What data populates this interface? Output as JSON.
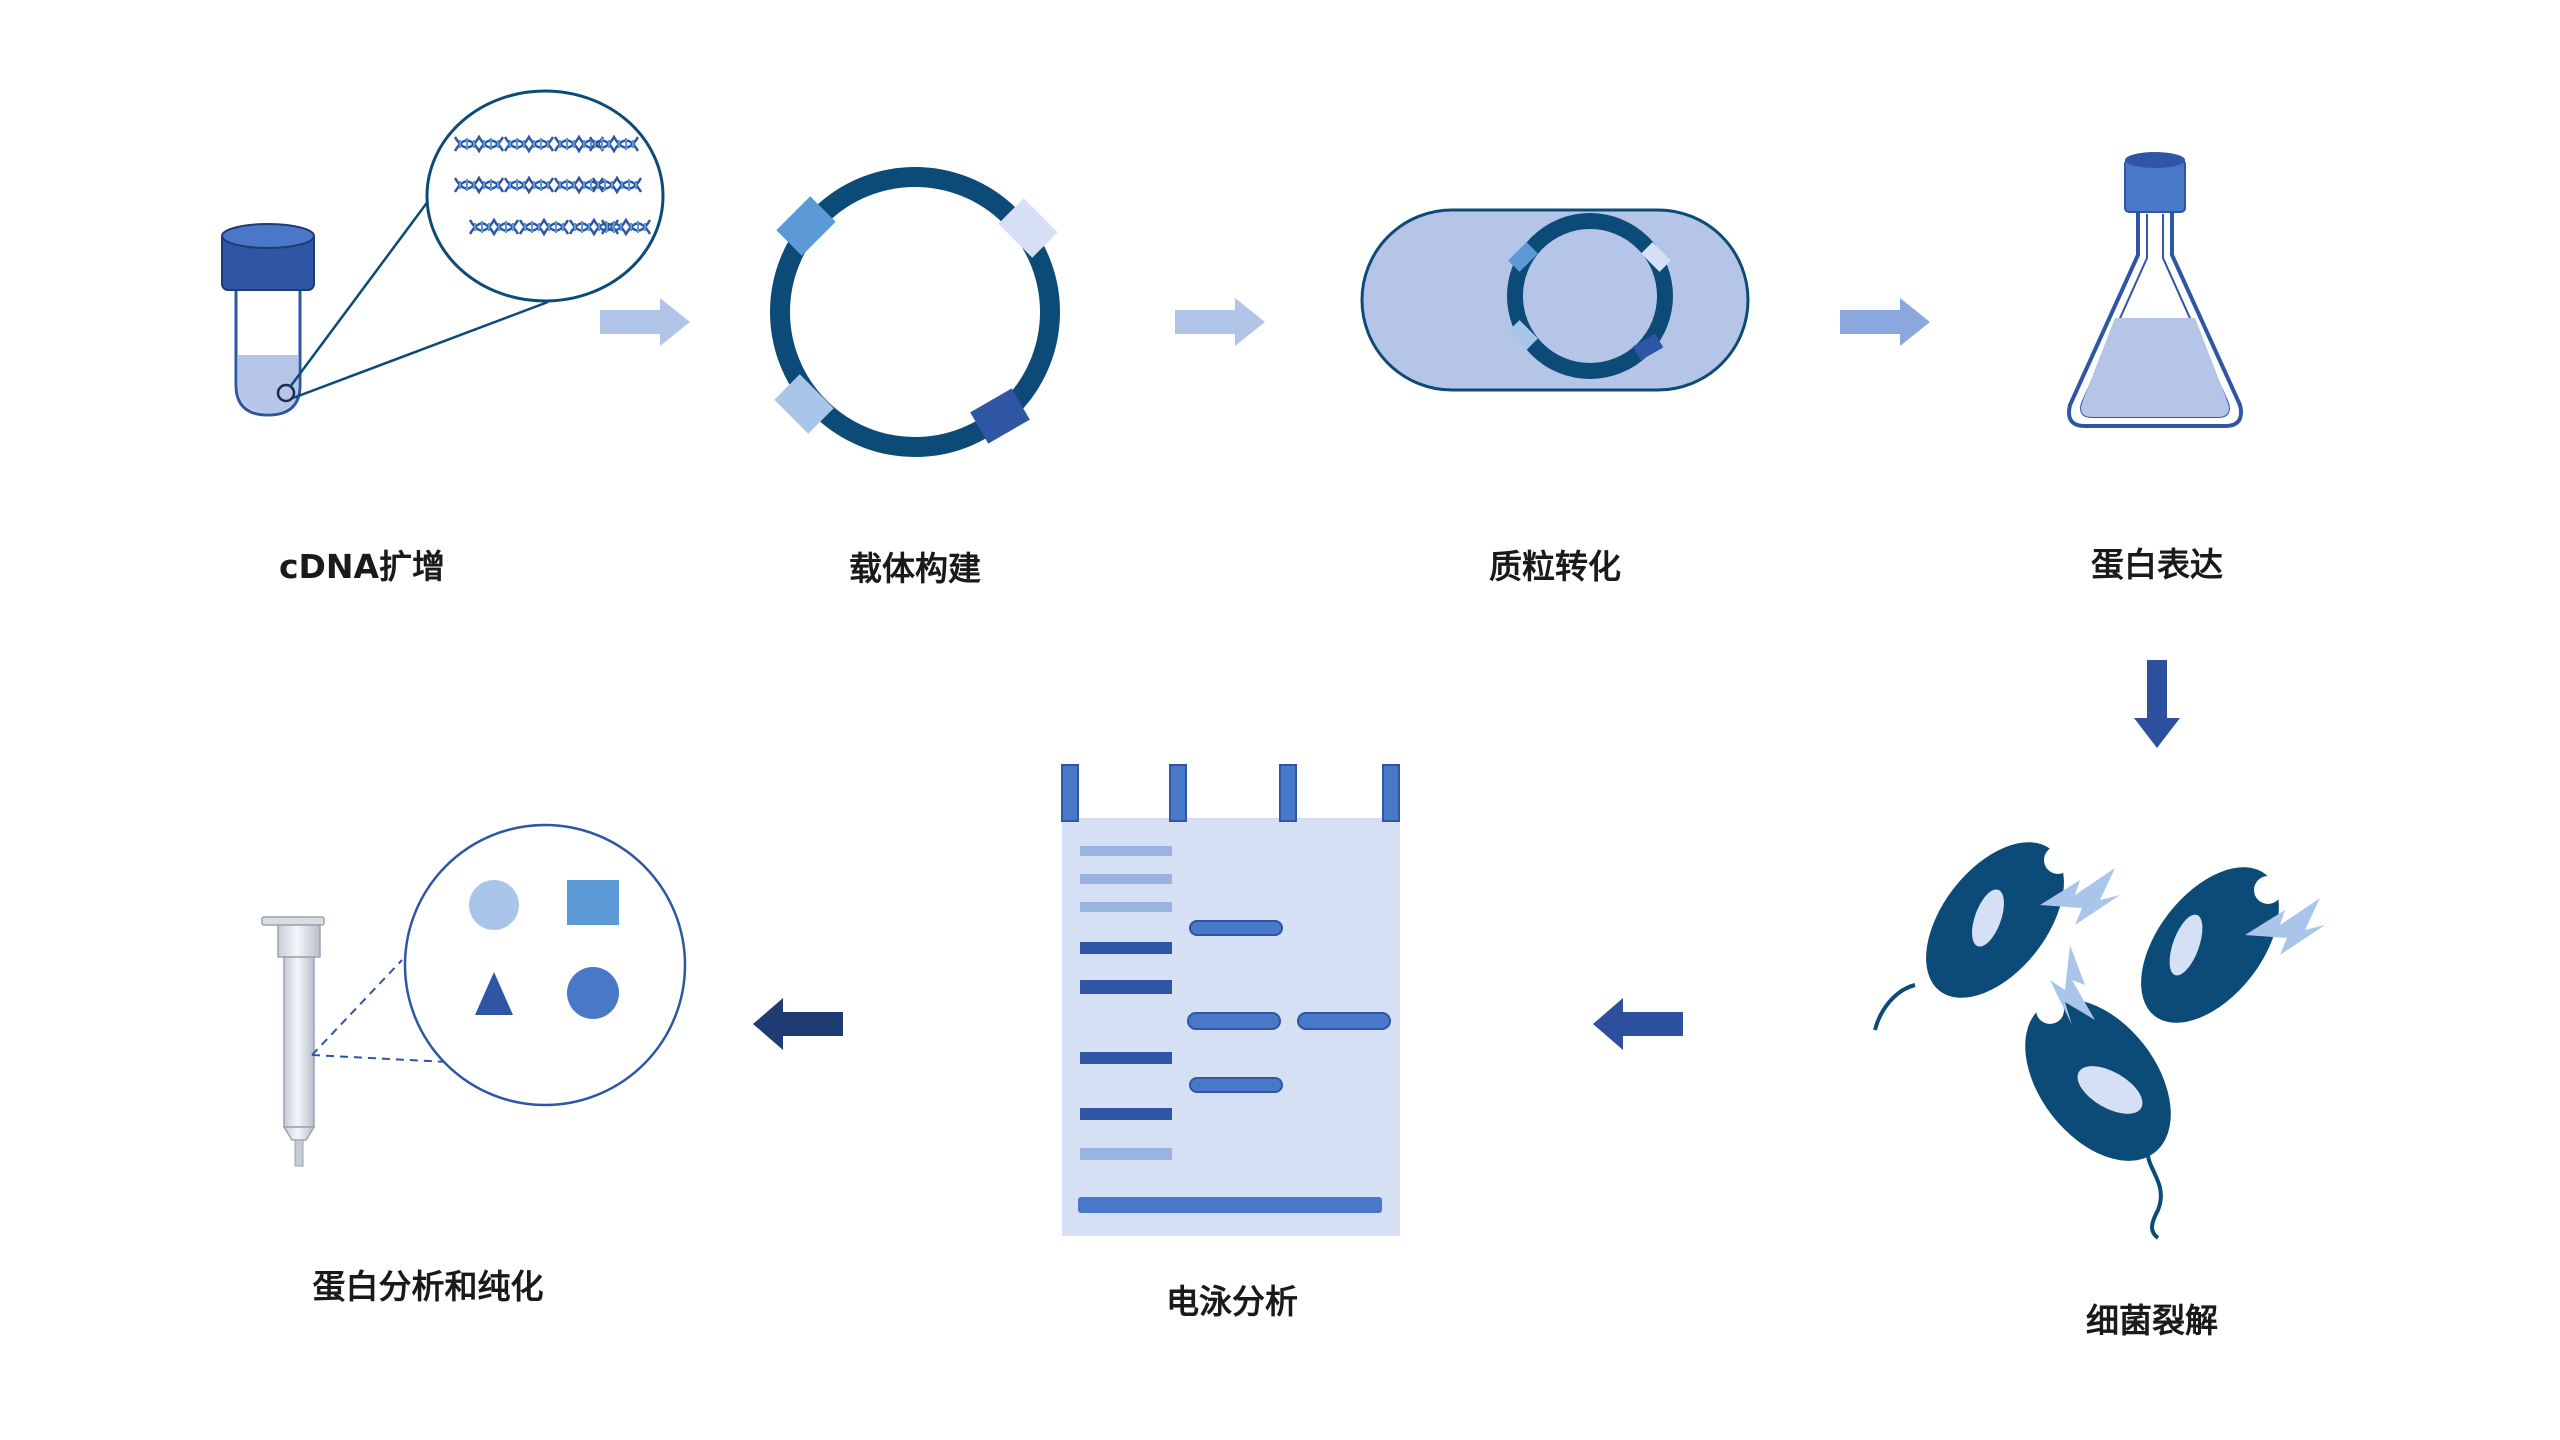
{
  "steps": [
    {
      "label": "cDNA扩增"
    },
    {
      "label": "载体构建"
    },
    {
      "label": "质粒转化"
    },
    {
      "label": "蛋白表达"
    },
    {
      "label": "细菌裂解"
    },
    {
      "label": "电泳分析"
    },
    {
      "label": "蛋白分析和纯化"
    }
  ],
  "colors": {
    "dark_navy": "#0c4a78",
    "royal_blue": "#2f55a5",
    "medium_blue": "#4a78c8",
    "light_blue": "#b4c5e8",
    "pale_blue": "#d6e0f4",
    "sky_blue": "#5b9ad6",
    "arrow_light": "#b0c4e8",
    "arrow_medium": "#8aa8de",
    "arrow_dark": "#2c4f9e",
    "arrow_darkest": "#1f3b73"
  },
  "icons": {
    "tube": "test-tube-icon",
    "plasmid": "plasmid-ring-icon",
    "bacterium": "bacterium-capsule-icon",
    "flask": "erlenmeyer-flask-icon",
    "lysis": "lysed-bacteria-icon",
    "gel": "electrophoresis-gel-icon",
    "column": "purification-column-icon"
  }
}
